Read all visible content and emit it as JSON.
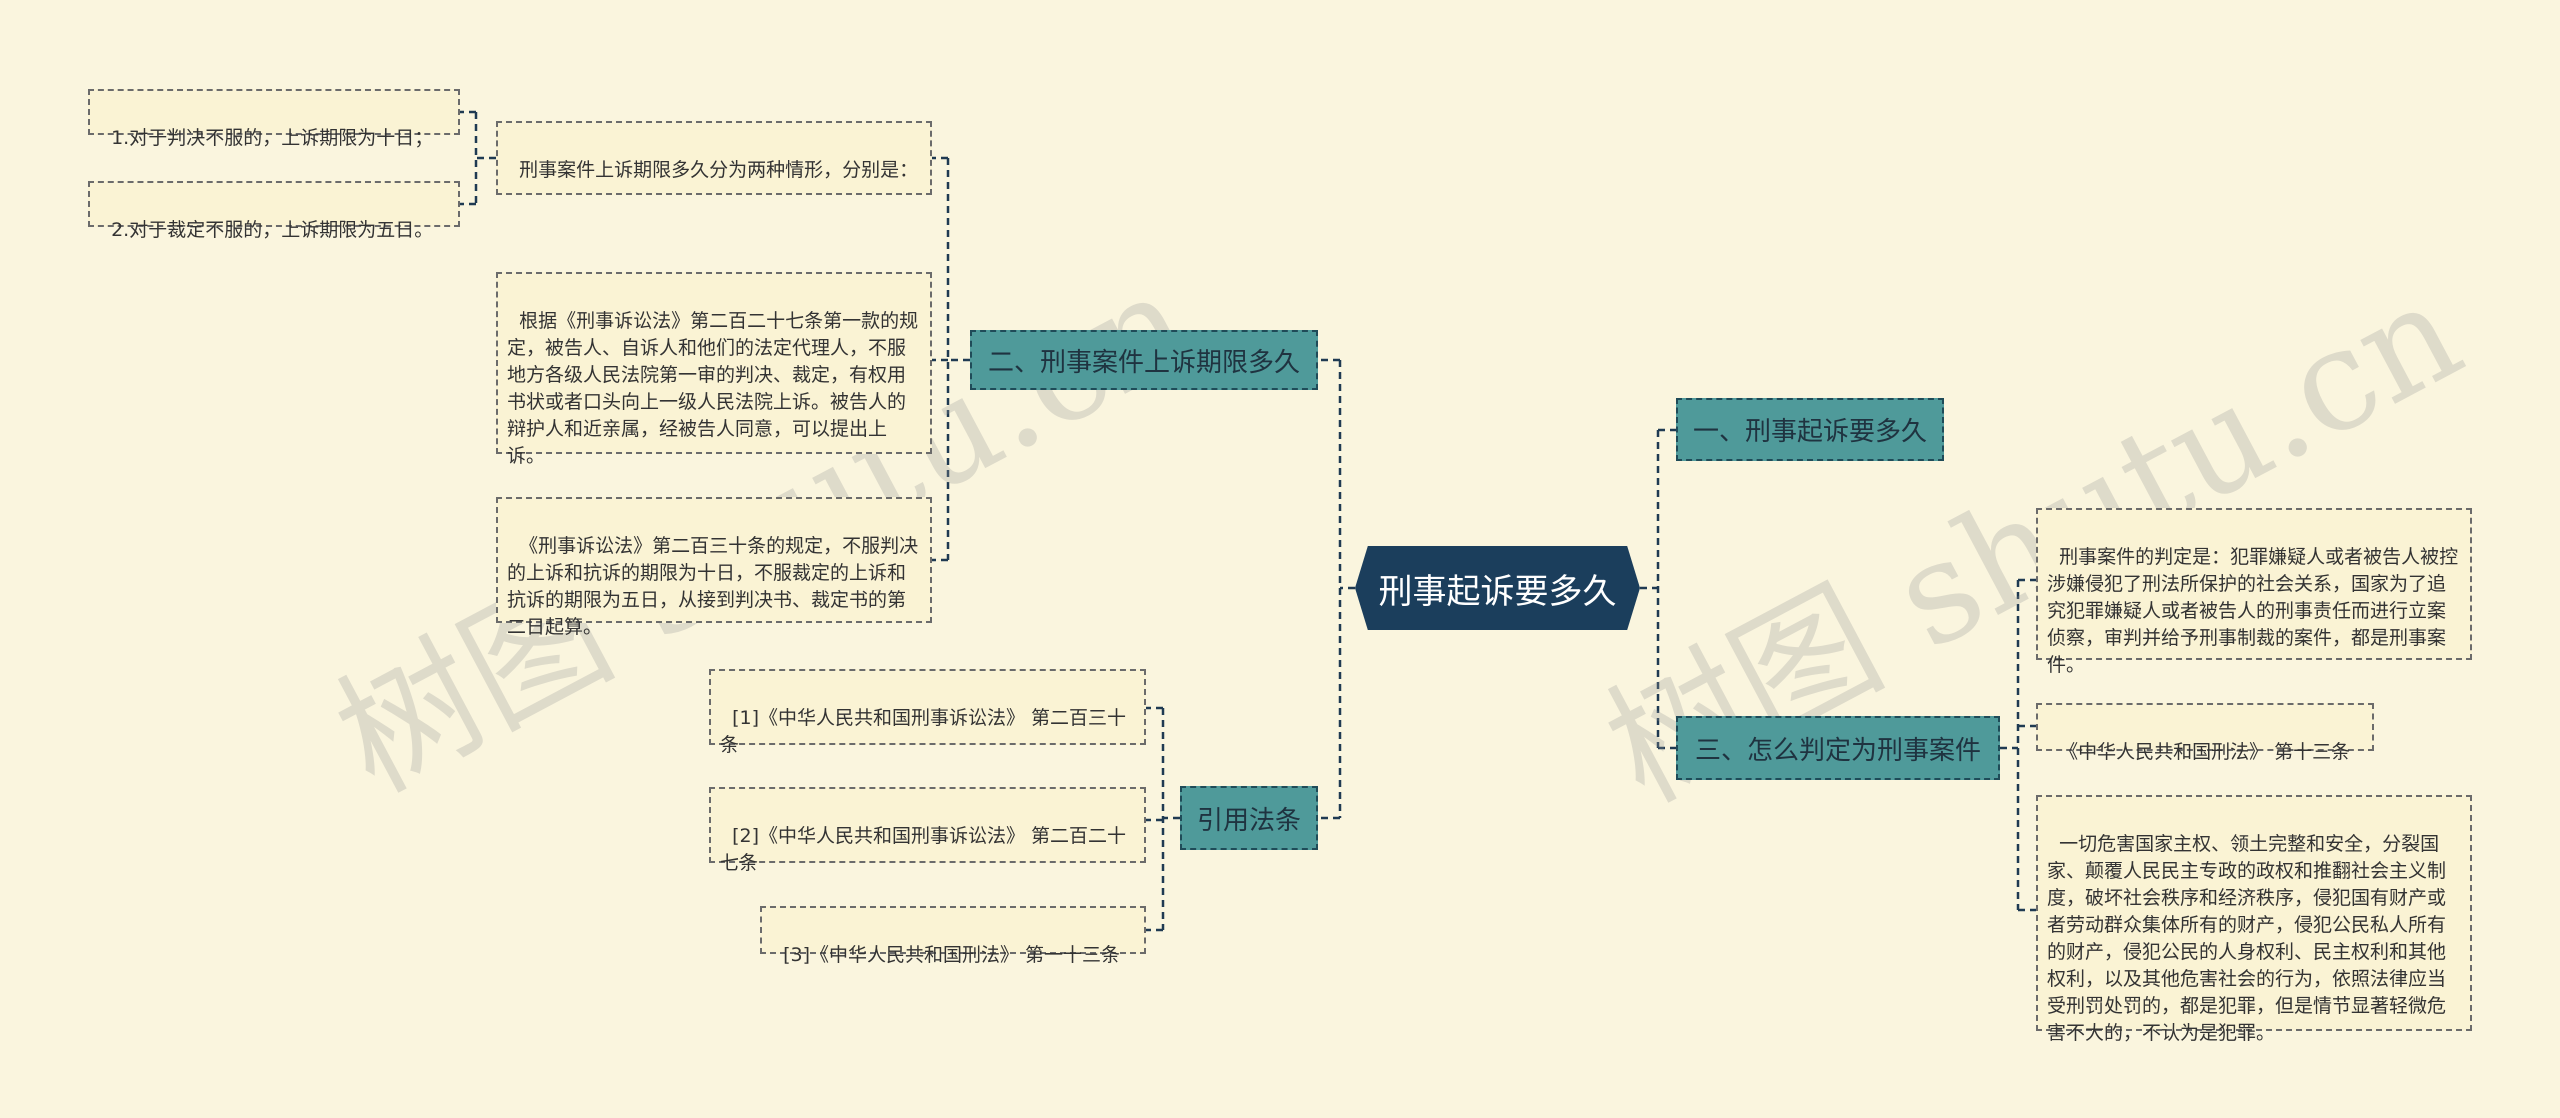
{
  "root": {
    "label": "刑事起诉要多久"
  },
  "branches": {
    "appeal_period": {
      "label": "二、刑事案件上诉期限多久",
      "two_cases": "刑事案件上诉期限多久分为两种情形，分别是：",
      "case_1": "1.对于判决不服的，上诉期限为十日；",
      "case_2": "2.对于裁定不服的，上诉期限为五日。",
      "art_227": "根据《刑事诉讼法》第二百二十七条第一款的规定，被告人、自诉人和他们的法定代理人，不服地方各级人民法院第一审的判决、裁定，有权用书状或者口头向上一级人民法院上诉。被告人的辩护人和近亲属，经被告人同意，可以提出上诉。",
      "art_230": "《刑事诉讼法》第二百三十条的规定，不服判决的上诉和抗诉的期限为十日，不服裁定的上诉和抗诉的期限为五日，从接到判决书、裁定书的第二日起算。"
    },
    "references": {
      "label": "引用法条",
      "items": [
        "[1]《中华人民共和国刑事诉讼法》 第二百三十条",
        "[2]《中华人民共和国刑事诉讼法》 第二百二十七条",
        "[3]《中华人民共和国刑法》 第一十三条"
      ]
    },
    "how_long": {
      "label": "一、刑事起诉要多久"
    },
    "determine": {
      "label": "三、怎么判定为刑事案件",
      "definition": "刑事案件的判定是：犯罪嫌疑人或者被告人被控涉嫌侵犯了刑法所保护的社会关系，国家为了追究犯罪嫌疑人或者被告人的刑事责任而进行立案侦察，审判并给予刑事制裁的案件，都是刑事案件。",
      "law_ref": "《中华人民共和国刑法》 第十三条",
      "law_text": "一切危害国家主权、领土完整和安全，分裂国家、颠覆人民民主专政的政权和推翻社会主义制度，破坏社会秩序和经济秩序，侵犯国有财产或者劳动群众集体所有的财产，侵犯公民私人所有的财产，侵犯公民的人身权利、民主权利和其他权利，以及其他危害社会的行为，依照法律应当受刑罚处罚的，都是犯罪，但是情节显著轻微危害不大的，不认为是犯罪。"
    }
  },
  "watermarks": [
    "树图 shutu.cn",
    "树图 shutu.cn"
  ],
  "colors": {
    "background": "#faf5de",
    "root": "#1b3e5c",
    "branch": "#4f9a9a",
    "leaf": "#faf3d4",
    "connector": "#1f3a52"
  }
}
